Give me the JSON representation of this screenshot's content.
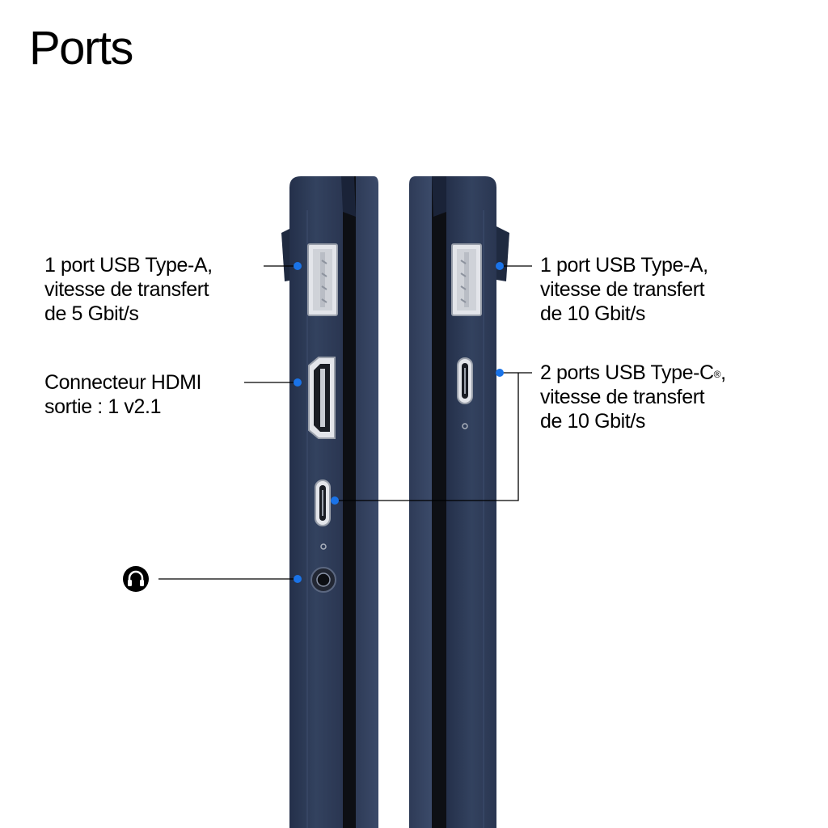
{
  "title": "Ports",
  "colors": {
    "chassis": "#2c3a58",
    "chassis_edge": "#3a4a6b",
    "gap": "#0d0f14",
    "port": "#d9dbe0",
    "dot": "#1a73e8",
    "leader": "#000000"
  },
  "left_labels": {
    "usb_a": [
      "1 port USB Type-A,",
      "vitesse de transfert",
      "de 5 Gbit/s"
    ],
    "hdmi": [
      "Connecteur HDMI",
      "sortie : 1 v2.1"
    ],
    "audio_icon": "headphone-icon"
  },
  "right_labels": {
    "usb_a": [
      "1 port USB Type-A,",
      "vitesse de transfert",
      "de 10 Gbit/s"
    ],
    "usb_c_line1": "2 ports USB Type-C",
    "usb_c_reg": "®",
    "usb_c_line1_end": ",",
    "usb_c_rest": [
      "vitesse de transfert",
      "de 10 Gbit/s"
    ]
  }
}
